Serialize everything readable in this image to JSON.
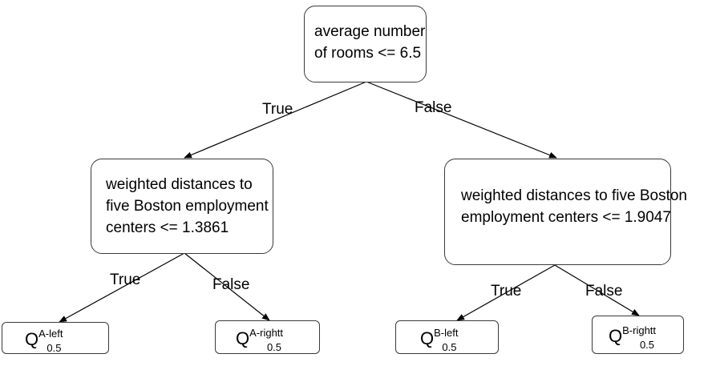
{
  "root": {
    "lines": [
      "average number",
      "of rooms <= 6.5"
    ]
  },
  "left_node": {
    "lines": [
      "weighted distances to",
      "five Boston employment",
      "centers <= 1.3861"
    ]
  },
  "right_node": {
    "lines": [
      "weighted distances to five Boston",
      "employment centers <= 1.9047"
    ]
  },
  "edges": {
    "root_left": "True",
    "root_right": "False",
    "left_left": "True",
    "left_right": "False",
    "right_left": "True",
    "right_right": "False"
  },
  "leaves": {
    "a_left": {
      "base": "Q",
      "sup": "A-left",
      "sub": "0.5"
    },
    "a_right": {
      "base": "Q",
      "sup": "A-rightt",
      "sub": "0.5"
    },
    "b_left": {
      "base": "Q",
      "sup": "B-left",
      "sub": "0.5"
    },
    "b_right": {
      "base": "Q",
      "sup": "B-rightt",
      "sub": "0.5"
    }
  }
}
